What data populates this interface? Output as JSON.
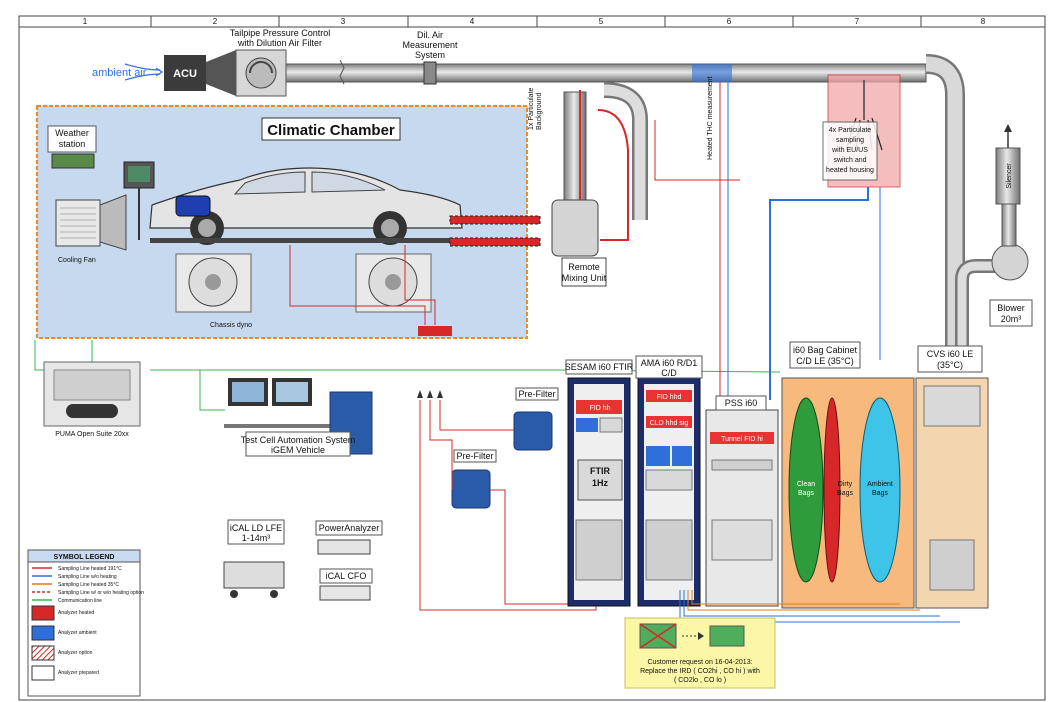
{
  "grid_columns": [
    "1",
    "2",
    "3",
    "4",
    "5",
    "6",
    "7",
    "8"
  ],
  "labels": {
    "ambient_air": "ambient air",
    "acu": "ACU",
    "tailpipe": [
      "Tailpipe Pressure Control",
      "with Dilution Air Filter"
    ],
    "dil_air": [
      "Dil. Air",
      "Measurement",
      "System"
    ],
    "climatic_chamber": "Climatic Chamber",
    "weather_station": [
      "Weather",
      "station"
    ],
    "cooling_fan": "Cooling Fan",
    "chassis_dyno": "Chassis dyno",
    "remote_mixing": [
      "Remote",
      "Mixing Unit"
    ],
    "particulate_bg": [
      "1x Particulate",
      "Background"
    ],
    "heated_thc": "Heated THC measurement",
    "particulate_sampling": [
      "4x Particulate",
      "sampling",
      "with EU/US",
      "switch and",
      "heated housing"
    ],
    "silencer": "Silencer",
    "blower": [
      "Blower",
      "20m³"
    ],
    "puma": "PUMA Open Suite 20xx",
    "test_cell": [
      "Test Cell Automation System",
      "iGEM Vehicle"
    ],
    "ical_ld_lfe": [
      "iCAL LD LFE",
      "1-14m³"
    ],
    "power_analyzer": "PowerAnalyzer",
    "ical_cfo": "iCAL CFO",
    "pre_filter_1": "Pre-Filter",
    "pre_filter_2": "Pre-Filter",
    "sesam": "SESAM i60 FTIR",
    "ama": [
      "AMA i60 R/D1",
      "C/D"
    ],
    "pss": "PSS i60",
    "bag_cabinet": [
      "i60 Bag Cabinet",
      "C/D LE (35°C)"
    ],
    "cvs": [
      "CVS i60 LE",
      "(35°C)"
    ],
    "fid_hh": "FID hh",
    "fid_hd": "FID hhd",
    "cld_hd": "CLD hhd sig",
    "tunnel_fid": "Tunnel FID hi",
    "ftir": [
      "FTIR",
      "1Hz"
    ],
    "clean_bags": [
      "Clean",
      "Bags"
    ],
    "dirty_bags": [
      "Dirty",
      "Bags"
    ],
    "ambient_bags": [
      "Ambient",
      "Bags"
    ],
    "customer_request": [
      "Customer request on 16-04-2013:",
      "Replace the IRD ( CO2hi , CO hi ) with",
      "( CO2lo , CO lo )"
    ]
  },
  "legend": {
    "title": "SYMBOL LEGEND",
    "items": [
      {
        "label": "Sampling Line heated 191°C",
        "color": "#d62828",
        "style": "line"
      },
      {
        "label": "Sampling Line w/o heating",
        "color": "#2e6fd9",
        "style": "line"
      },
      {
        "label": "Sampling Line heated 35°C",
        "color": "#e07a1f",
        "style": "line"
      },
      {
        "label": "Sampling Line w/ or w/o heating option",
        "color": "#d62828",
        "style": "dashed"
      },
      {
        "label": "Communication line",
        "color": "#3fb34f",
        "style": "line"
      },
      {
        "label": "Analyzer heated",
        "color": "#d62828",
        "style": "box"
      },
      {
        "label": "Analyzer ambient",
        "color": "#2e6fd9",
        "style": "box"
      },
      {
        "label": "Analyzer option",
        "color": "#d62828",
        "style": "hatch"
      },
      {
        "label": "Analyzer prepared",
        "color": "#ffffff",
        "style": "box"
      }
    ]
  },
  "colors": {
    "chamber_fill": "#c7d9ee",
    "heated_line": "#d62828",
    "ambient_line": "#2e6fd9",
    "comm_line": "#3fb34f",
    "heated_box": "#e83333",
    "orange_cabinet": "#f7b97c",
    "note_fill": "#fbf7a6"
  }
}
